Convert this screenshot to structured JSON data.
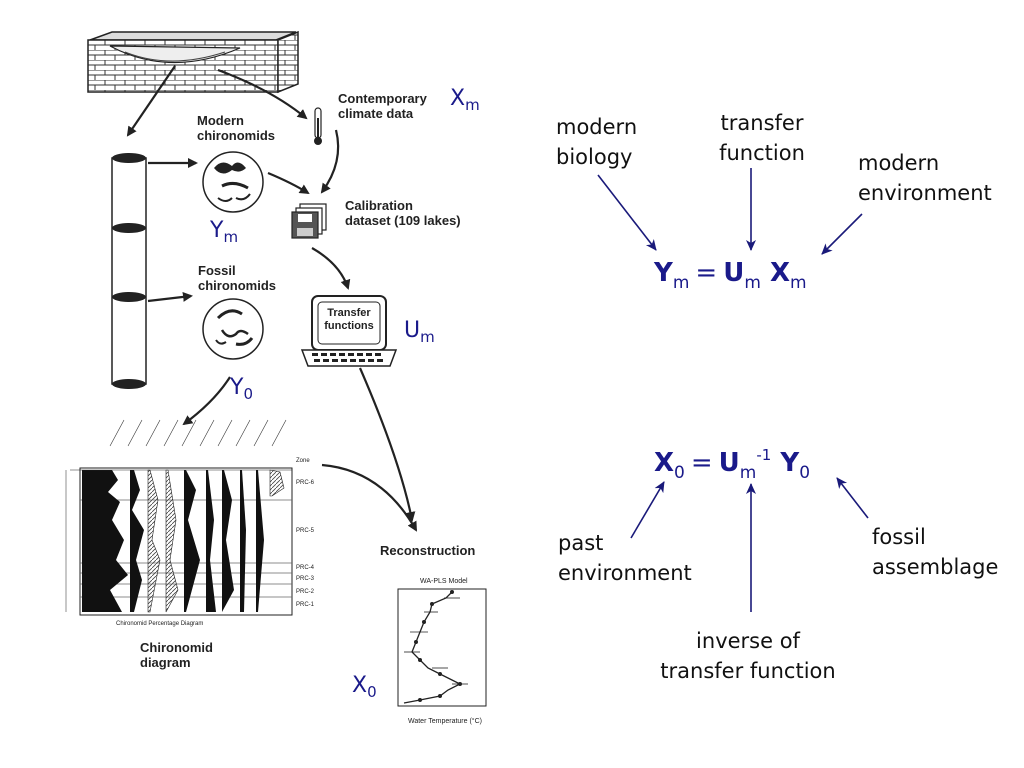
{
  "left_diagram": {
    "contemporary_climate_data": [
      "Contemporary",
      "climate data"
    ],
    "modern_chironomids": [
      "Modern",
      "chironomids"
    ],
    "calibration_dataset": [
      "Calibration",
      "dataset (109 lakes)"
    ],
    "fossil_chironomids": [
      "Fossil",
      "chironomids"
    ],
    "transfer_functions": [
      "Transfer",
      "functions"
    ],
    "reconstruction": "Reconstruction",
    "chironomid_diagram": [
      "Chironomid",
      "diagram"
    ],
    "wa_pls_model": "WA-PLS Model",
    "water_temperature_axis": "Water Temperature (°C)",
    "percentage_diagram_axis": "Chironomid Percentage Diagram",
    "zones": [
      "PRC-6",
      "PRC-5",
      "PRC-4",
      "PRC-3",
      "PRC-2",
      "PRC-1"
    ],
    "zone_header": "Zone"
  },
  "symbols": {
    "Xm": {
      "base": "X",
      "sub": "m"
    },
    "Ym": {
      "base": "Y",
      "sub": "m"
    },
    "Um": {
      "base": "U",
      "sub": "m"
    },
    "Y0": {
      "base": "Y",
      "sub": "0"
    },
    "X0": {
      "base": "X",
      "sub": "0"
    }
  },
  "forward_equation": {
    "lhs": {
      "base": "Y",
      "sub": "m"
    },
    "op": "=",
    "u": {
      "base": "U",
      "sub": "m"
    },
    "x": {
      "base": "X",
      "sub": "m"
    },
    "labels": {
      "modern_biology": [
        "modern",
        "biology"
      ],
      "transfer_function": [
        "transfer",
        "function"
      ],
      "modern_environment": [
        "modern",
        "environment"
      ]
    }
  },
  "inverse_equation": {
    "lhs": {
      "base": "X",
      "sub": "0"
    },
    "op": "=",
    "u": {
      "base": "U",
      "sub": "m",
      "sup": "-1"
    },
    "y": {
      "base": "Y",
      "sub": "0"
    },
    "labels": {
      "past_environment": [
        "past",
        "environment"
      ],
      "fossil_assemblage": [
        "fossil",
        "assemblage"
      ],
      "inverse_of_transfer_function": [
        "inverse of",
        "transfer function"
      ]
    }
  },
  "colors": {
    "accent": "#1a1a8a",
    "arrow": "#1a1a7a",
    "diagram": "#222222"
  }
}
